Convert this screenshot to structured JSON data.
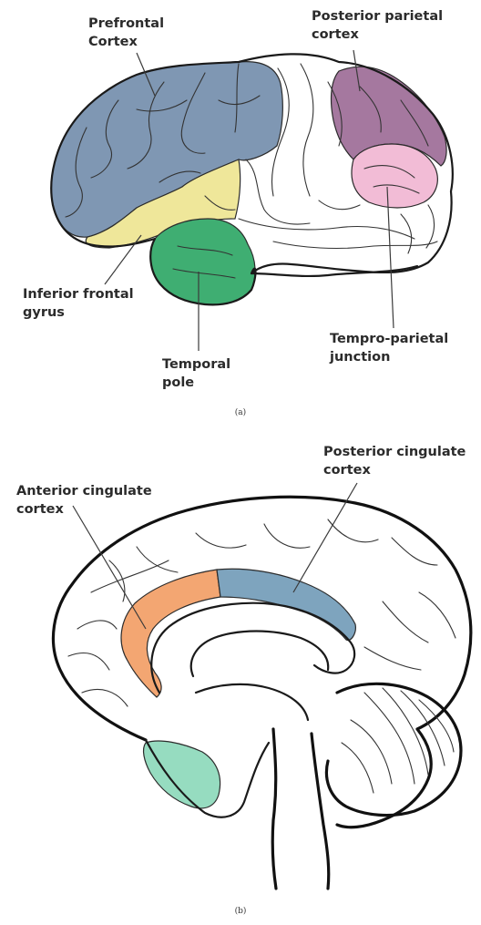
{
  "panel_a": {
    "caption": "(a)",
    "labels": {
      "prefrontal": [
        "Prefrontal",
        "Cortex"
      ],
      "posterior_parietal": [
        "Posterior parietal",
        "cortex"
      ],
      "inferior_frontal": [
        "Inferior frontal",
        "gyrus"
      ],
      "tempro_parietal": [
        "Tempro-parietal",
        "junction"
      ],
      "temporal_pole": [
        "Temporal",
        "pole"
      ]
    }
  },
  "panel_b": {
    "caption": "(b)",
    "labels": {
      "posterior_cingulate": [
        "Posterior cingulate",
        "cortex"
      ],
      "anterior_cingulate": [
        "Anterior cingulate",
        "cortex"
      ]
    }
  },
  "colors": {
    "prefrontal": "#7f97b3",
    "posterior_parietal": "#a5789f",
    "tempro_parietal": "#f2bcd6",
    "inferior_frontal": "#efe79a",
    "temporal_pole": "#3fae72",
    "anterior_cingulate": "#f3a672",
    "posterior_cingulate": "#7ea4be",
    "orbitofrontal": "#96dcc0"
  }
}
